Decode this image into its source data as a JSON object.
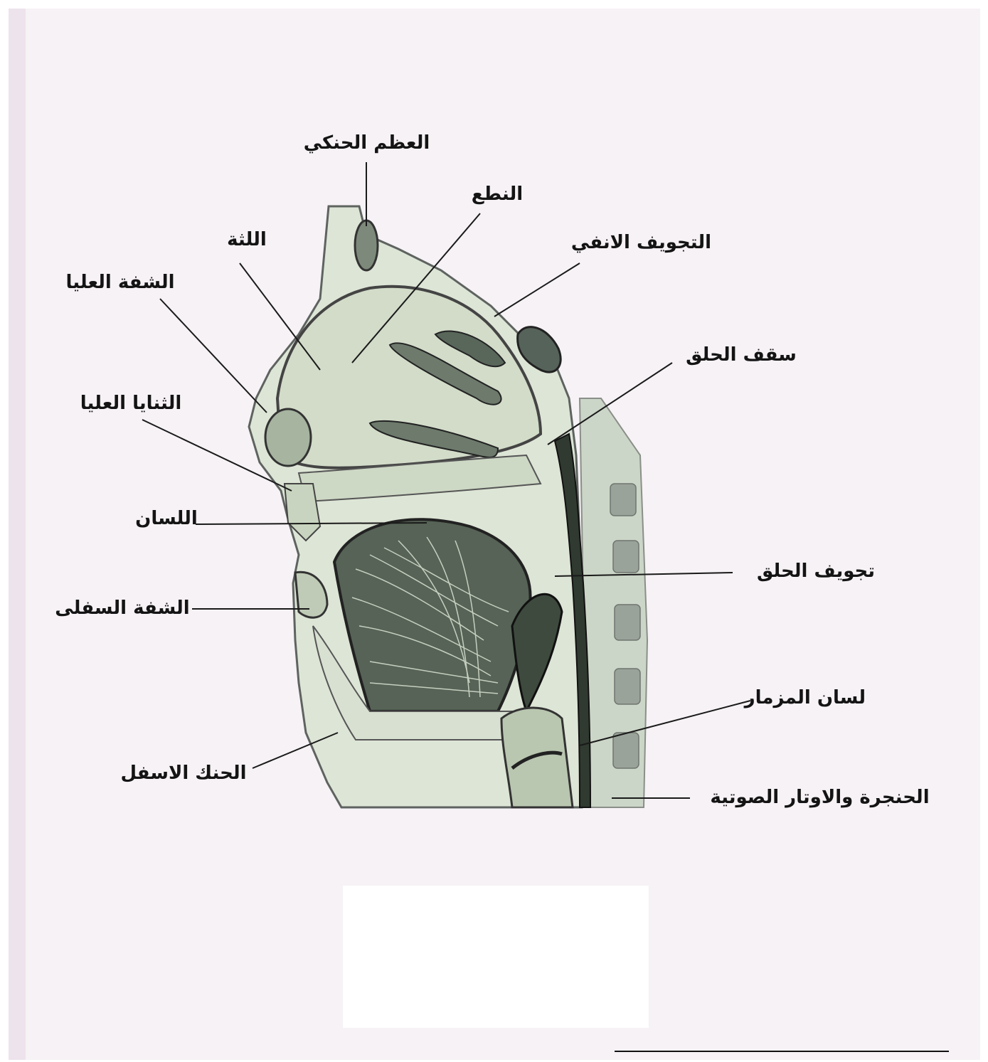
{
  "labels": {
    "palatine_bone": "العظم الحنكي",
    "nasal_ridge": "النطع",
    "gum": "اللثة",
    "nasal_cavity": "التجويف الانفي",
    "upper_lip": "الشفة العليا",
    "pharynx_roof": "سقف الحلق",
    "upper_incisors": "الثنايا العليا",
    "tongue": "اللسان",
    "pharyngeal_cavity": "تجويف الحلق",
    "lower_lip": "الشفة السفلى",
    "epiglottis": "لسان المزمار",
    "lower_jaw": "الحنك الاسفل",
    "larynx_vocal_cords": "الحنجرة والاوتار الصوتية"
  }
}
